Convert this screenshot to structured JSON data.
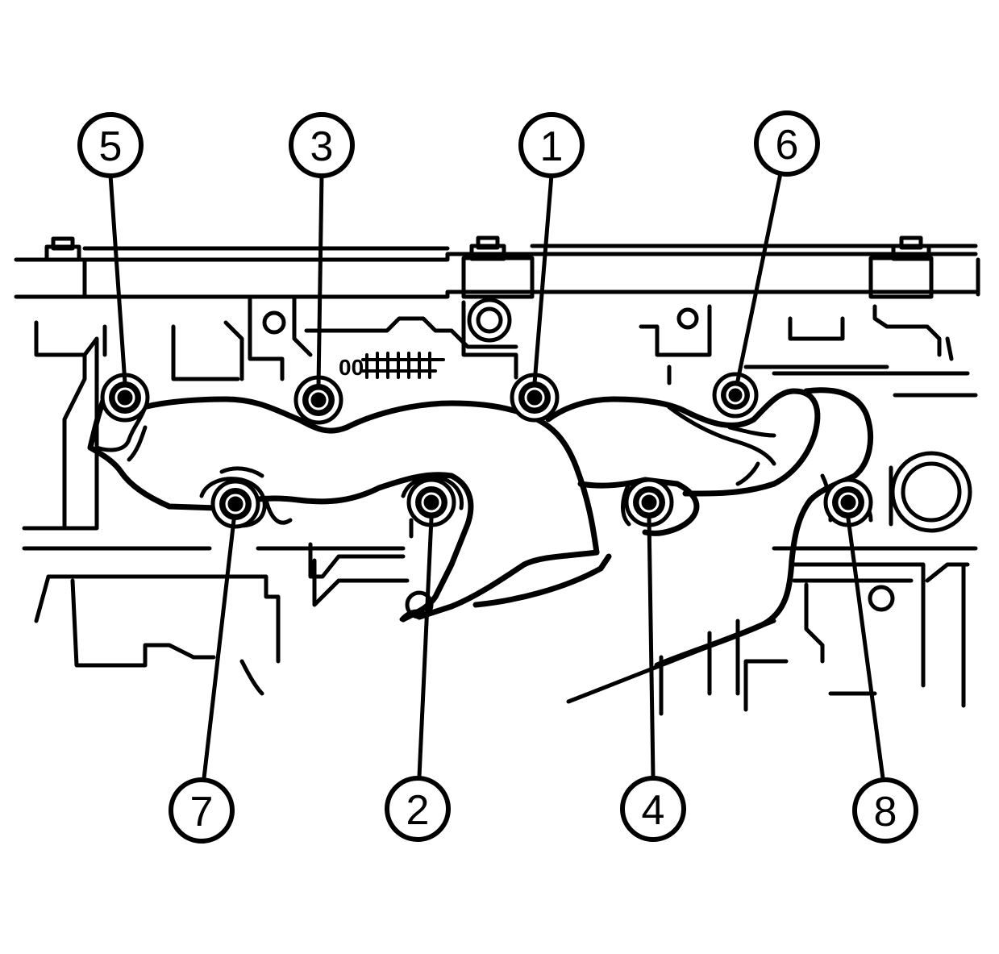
{
  "callouts": {
    "c1": "1",
    "c2": "2",
    "c3": "3",
    "c4": "4",
    "c5": "5",
    "c6": "6",
    "c7": "7",
    "c8": "8"
  },
  "casting_mark": "00"
}
